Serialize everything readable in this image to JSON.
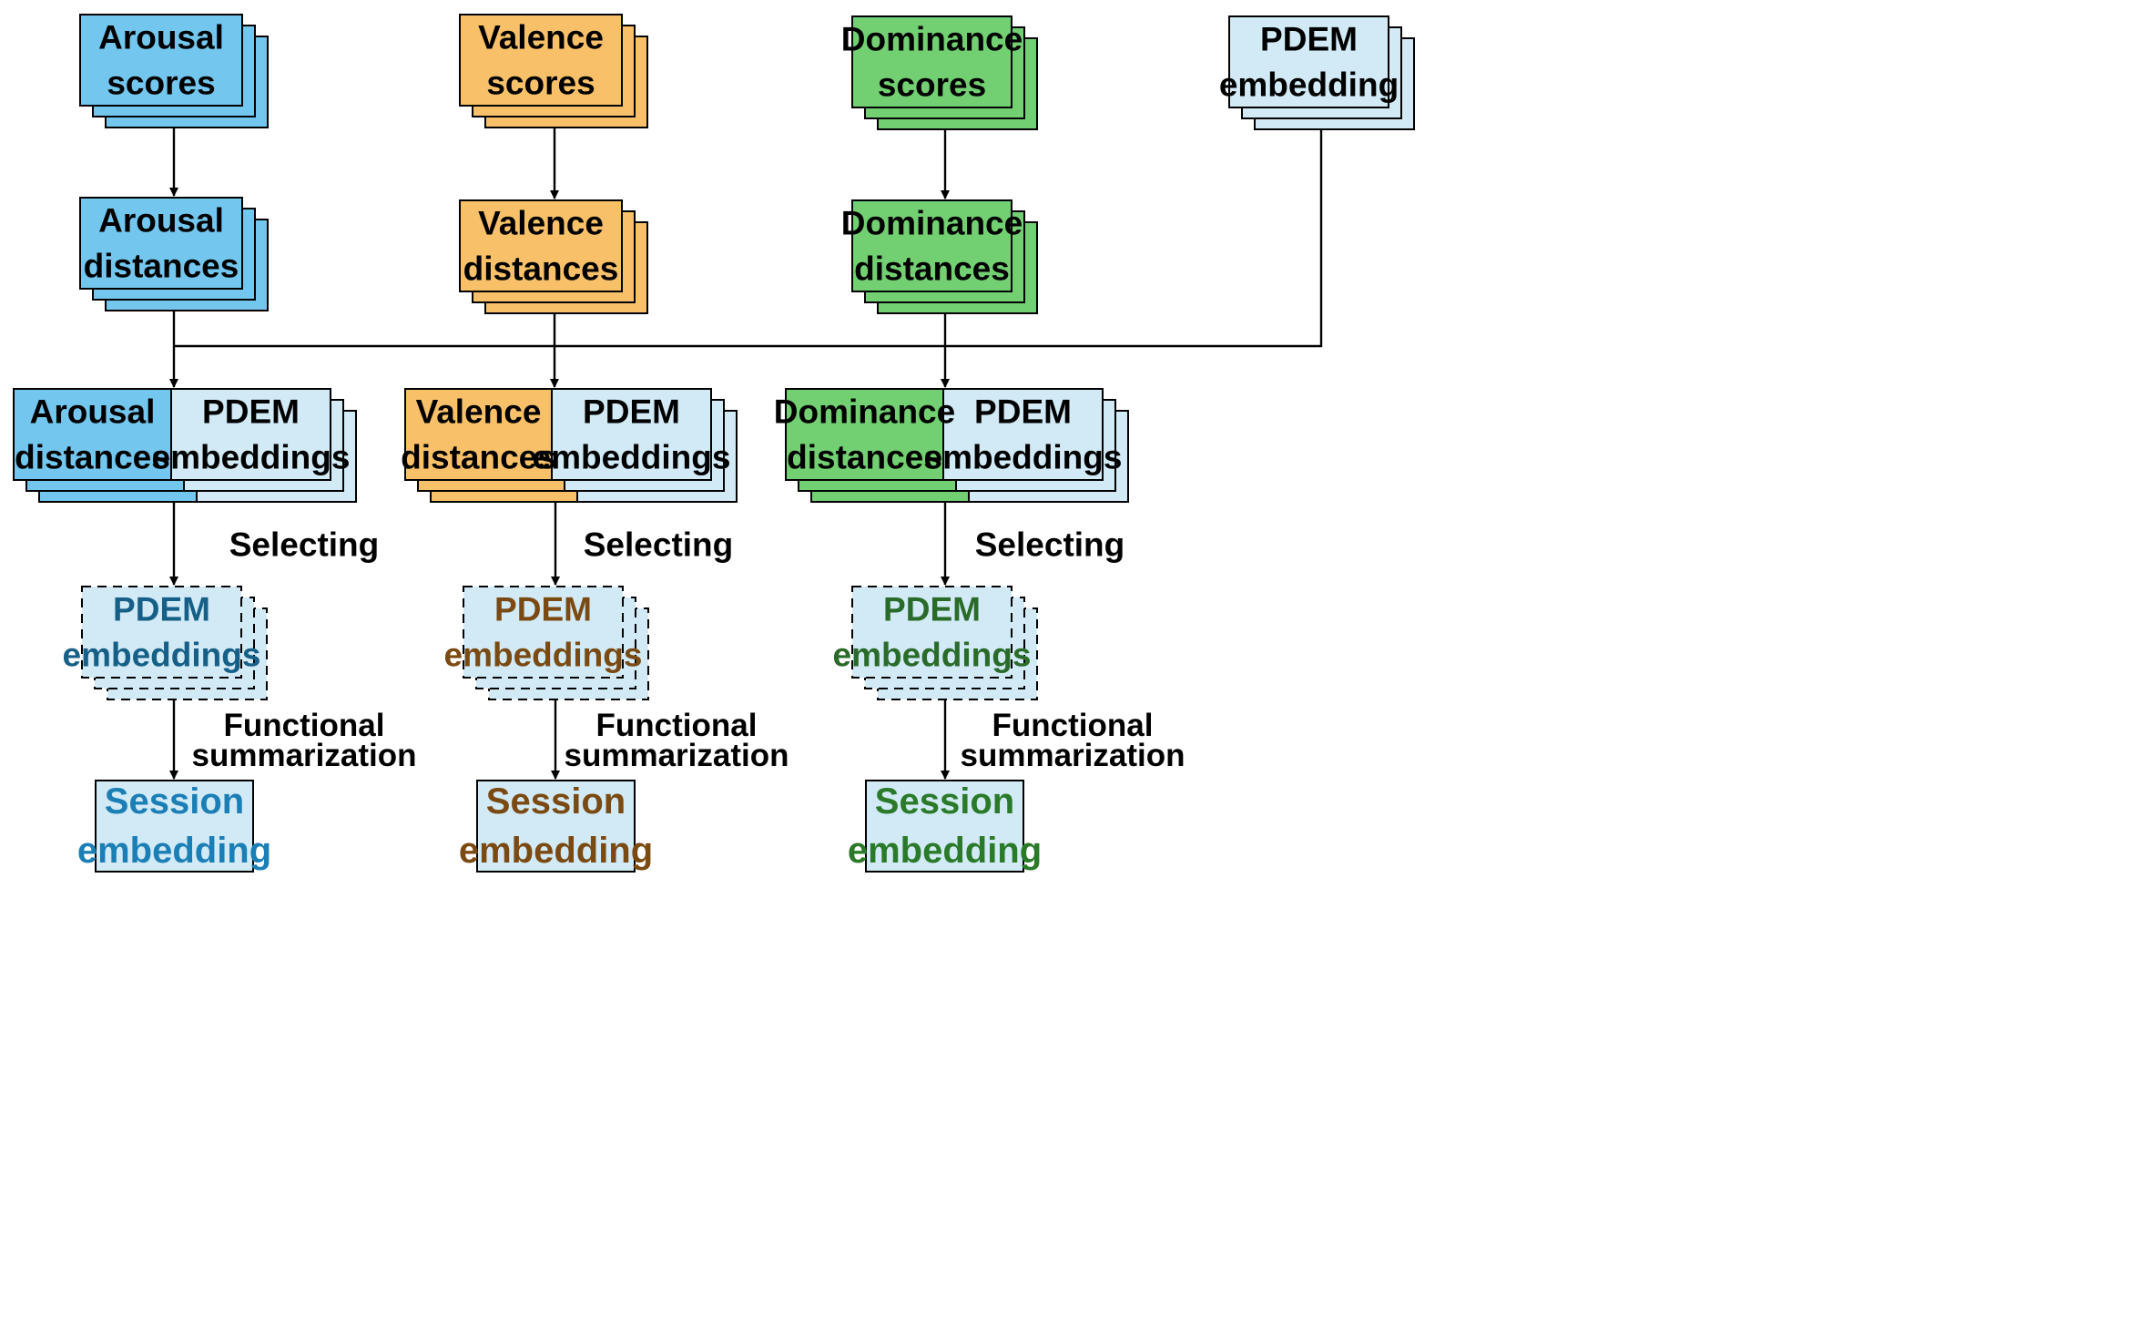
{
  "colors": {
    "arousal": "#73c6ee",
    "valence": "#f8c169",
    "dominance": "#72d072",
    "pdem": "#d1eaf6",
    "arousal_text": "#165f87",
    "valence_text": "#7a4a12",
    "dominance_text": "#2a6b2a",
    "session_arousal_text": "#1b7fb6",
    "session_valence_text": "#7a4a12",
    "session_dominance_text": "#2a7a2a"
  },
  "top": {
    "arousal_scores": [
      "Arousal",
      "scores"
    ],
    "valence_scores": [
      "Valence",
      "scores"
    ],
    "dominance_scores": [
      "Dominance",
      "scores"
    ],
    "pdem_embedding": [
      "PDEM",
      "embedding"
    ]
  },
  "distances": {
    "arousal": [
      "Arousal",
      "distances"
    ],
    "valence": [
      "Valence",
      "distances"
    ],
    "dominance": [
      "Dominance",
      "distances"
    ]
  },
  "combined": {
    "arousal_left": [
      "Arousal",
      "distances"
    ],
    "arousal_right": [
      "PDEM",
      "embeddings"
    ],
    "valence_left": [
      "Valence",
      "distances"
    ],
    "valence_right": [
      "PDEM",
      "embeddings"
    ],
    "dominance_left": [
      "Dominance",
      "distances"
    ],
    "dominance_right": [
      "PDEM",
      "embeddings"
    ]
  },
  "steps": {
    "selecting": "Selecting",
    "functional": [
      "Functional",
      "summarization"
    ]
  },
  "selected": {
    "arousal": [
      "PDEM",
      "embeddings"
    ],
    "valence": [
      "PDEM",
      "embeddings"
    ],
    "dominance": [
      "PDEM",
      "embeddings"
    ]
  },
  "session": {
    "arousal": [
      "Session",
      "embedding"
    ],
    "valence": [
      "Session",
      "embedding"
    ],
    "dominance": [
      "Session",
      "embedding"
    ]
  }
}
